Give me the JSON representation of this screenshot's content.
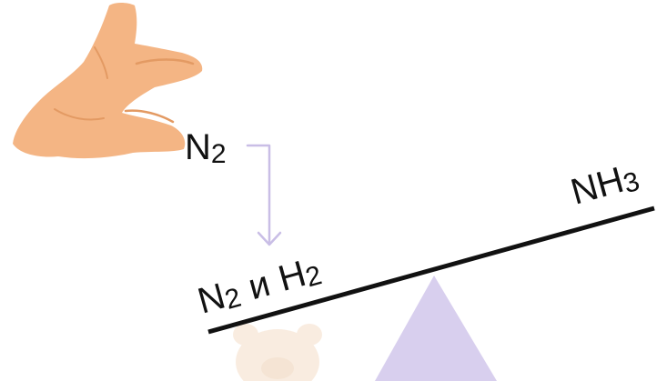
{
  "labels": {
    "hand_formula": "N",
    "hand_formula_sub": "2",
    "left_formula_a": "N",
    "left_formula_a_sub": "2",
    "left_conjunction": "и",
    "left_formula_b": "H",
    "left_formula_b_sub": "2",
    "right_formula": "NH",
    "right_formula_sub": "3"
  },
  "colors": {
    "hand": "#F4B584",
    "hand_shadow": "#E39A63",
    "arrow": "#C9BEE6",
    "fulcrum": "#D7CFEC",
    "beam": "#111111",
    "watermark": "#F7E6D6"
  },
  "icons": {
    "hand": "pinching-hand-icon",
    "fulcrum": "triangle-fulcrum-icon",
    "watermark": "bear-mascot-watermark"
  }
}
